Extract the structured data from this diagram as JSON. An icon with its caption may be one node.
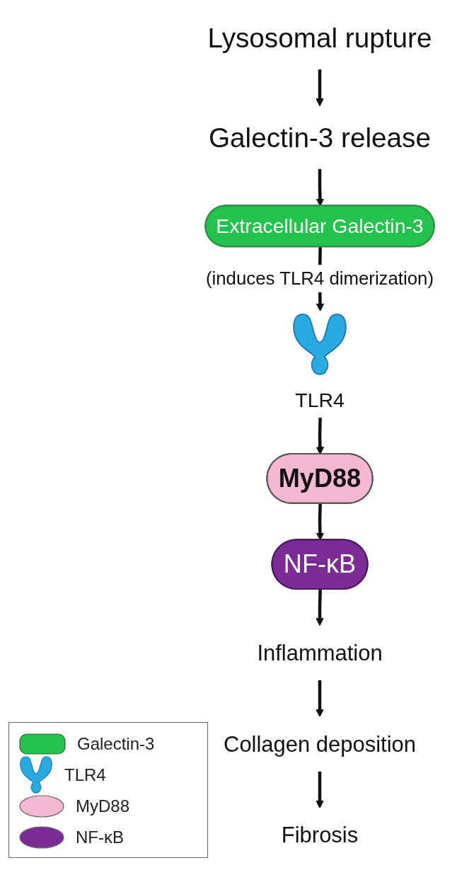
{
  "diagram": {
    "nodes": [
      {
        "text": [
          "Lysosomal rupture"
        ]
      },
      {
        "text": [
          "Galectin-3 release"
        ]
      },
      {
        "text": [
          "Extracellular Galectin-3"
        ],
        "beside": [
          "(induces TLR4 dimerization)"
        ]
      },
      {
        "text": [
          "TLR4"
        ]
      },
      {
        "text": [
          "MyD88"
        ]
      },
      {
        "text": [
          "NF-κB"
        ]
      },
      {
        "text": [
          "Inflammation"
        ]
      },
      {
        "text": [
          "Collagen deposition"
        ]
      },
      {
        "text": [
          "Fibrosis"
        ]
      }
    ],
    "edges": [
      {
        "from": 0,
        "to": 1,
        "arrow": "to"
      },
      {
        "from": 1,
        "to": 2,
        "arrow": "to"
      },
      {
        "from": 2,
        "to": 3,
        "arrow": "to"
      },
      {
        "from": 3,
        "to": 4,
        "arrow": "to"
      },
      {
        "from": 4,
        "to": 5,
        "arrow": "to"
      },
      {
        "from": 5,
        "to": 6,
        "arrow": "to"
      },
      {
        "from": 6,
        "to": 7,
        "arrow": "to"
      },
      {
        "from": 7,
        "to": 8,
        "arrow": "to"
      }
    ],
    "legend": [
      {
        "text": "Galectin-3",
        "color": "#22c24c"
      },
      {
        "text": "TLR4",
        "color": "#29aae2"
      },
      {
        "text": "MyD88",
        "color": "#f5b8d3"
      },
      {
        "text": "NF-κB",
        "color": "#7a2b96"
      }
    ]
  }
}
